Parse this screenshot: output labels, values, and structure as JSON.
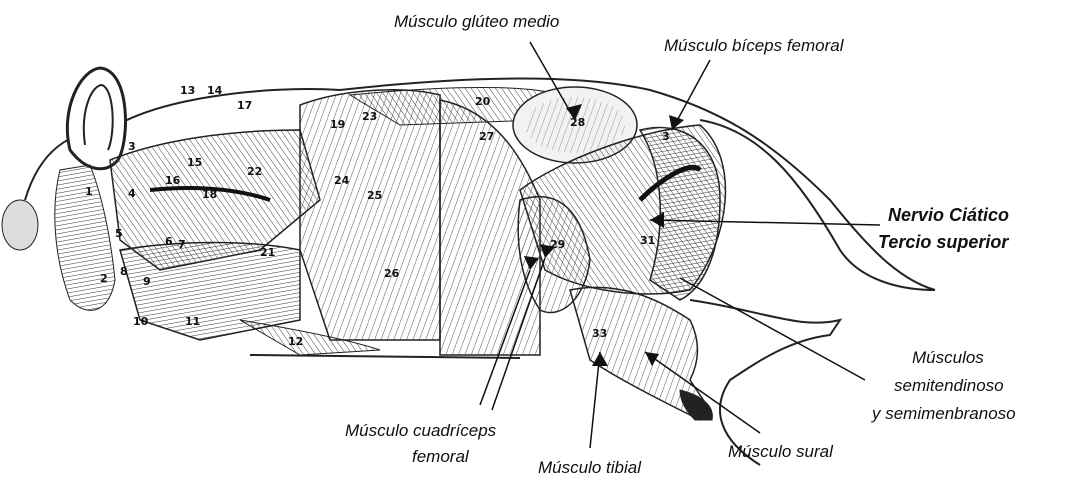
{
  "labels": {
    "gluteo_medio": "Músculo glúteo medio",
    "biceps_femoral": "Músculo bíceps femoral",
    "nervio_line1": "Nervio Ciático",
    "nervio_line2": "Tercio superior",
    "semi_line1": "Músculos",
    "semi_line2": "semitendinoso",
    "semi_line3": "y semimenbranoso",
    "cuadriceps_line1": "Músculo cuadríceps",
    "cuadriceps_line2": "femoral",
    "tibial": "Músculo tibial",
    "sural": "Músculo sural"
  },
  "numbers": [
    "1",
    "2",
    "3",
    "4",
    "5",
    "6",
    "7",
    "8",
    "9",
    "10",
    "11",
    "12",
    "13",
    "14",
    "15",
    "16",
    "17",
    "18",
    "19",
    "20",
    "21",
    "22",
    "23",
    "24",
    "25",
    "26",
    "27",
    "28",
    "29",
    "31",
    "33"
  ]
}
